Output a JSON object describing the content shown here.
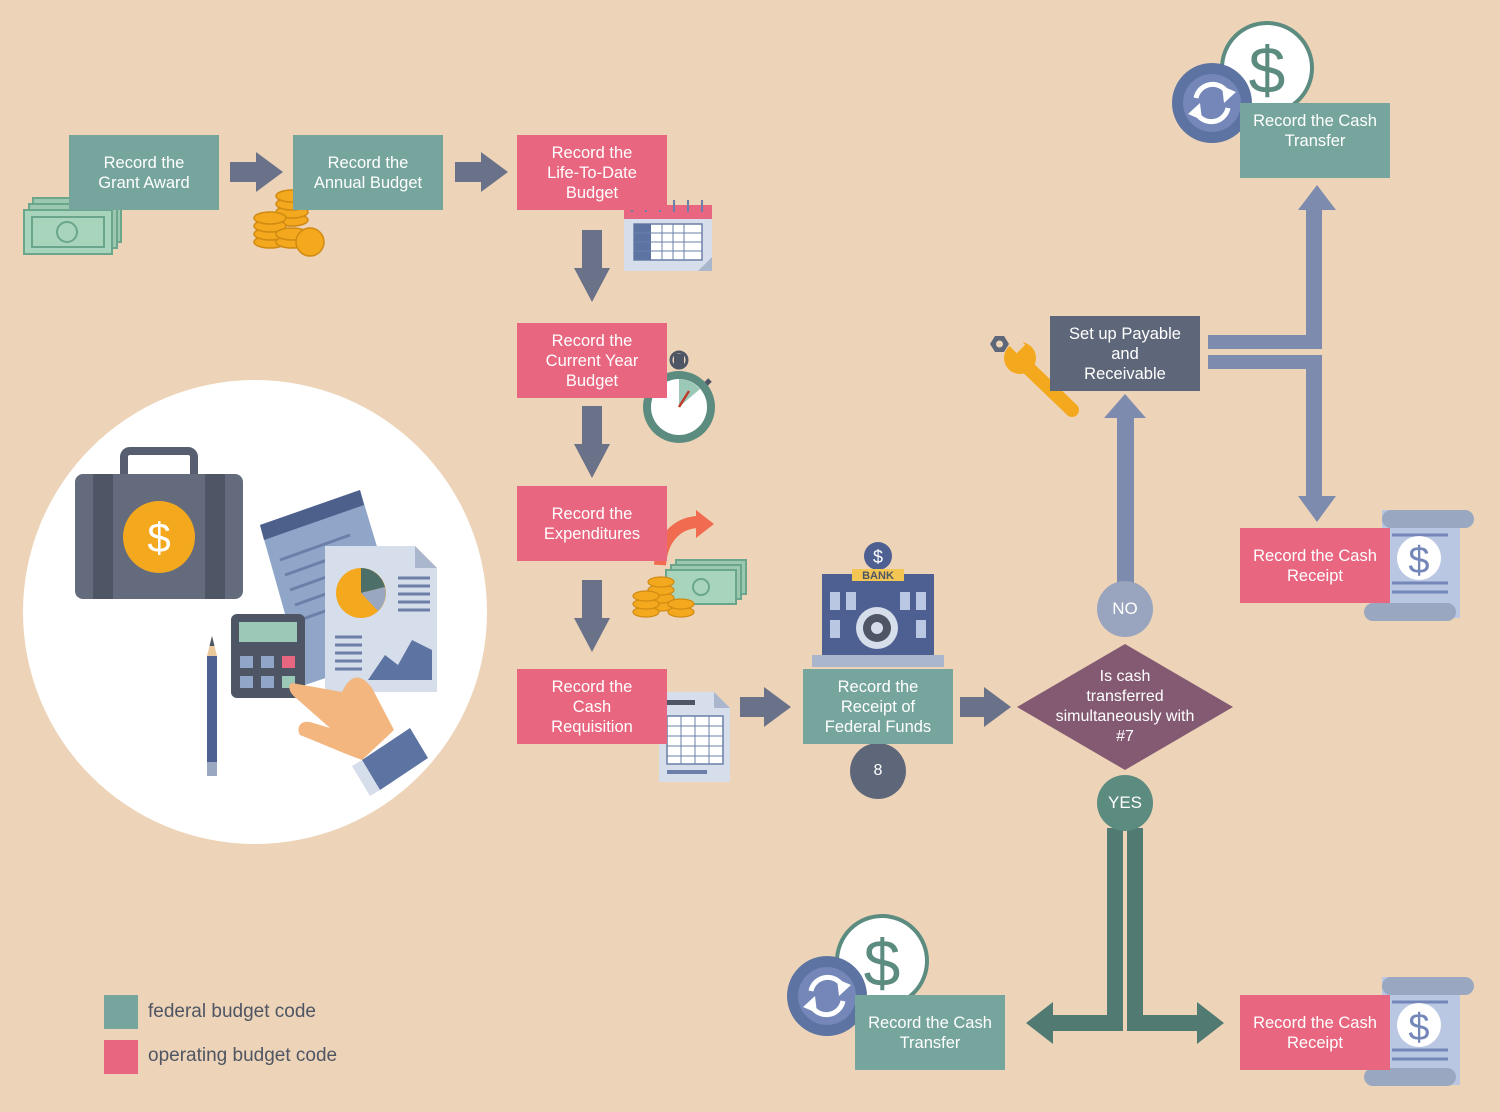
{
  "nodes": {
    "grant_award": "Record the\nGrant Award",
    "annual_budget": "Record the\nAnnual Budget",
    "life_to_date": "Record the\nLife-To-Date\nBudget",
    "current_year": "Record the\nCurrent Year\nBudget",
    "expenditures": "Record the\nExpenditures",
    "cash_requisition": "Record the\nCash\nRequisition",
    "receipt_federal": "Record the\nReceipt of\nFederal Funds",
    "step_number": "8",
    "decision": "Is cash\ntransferred\nsimultaneously with\n#7",
    "no_label": "NO",
    "yes_label": "YES",
    "payable_receivable": "Set up Payable\nand\nReceivable",
    "cash_transfer_top": "Record the Cash\nTransfer",
    "cash_receipt_mid": "Record the Cash\nReceipt",
    "cash_transfer_bottom": "Record the Cash\nTransfer",
    "cash_receipt_bottom": "Record the Cash\nReceipt"
  },
  "icons": {
    "bank_sign": "BANK"
  },
  "legend": [
    {
      "label": "federal budget code",
      "color": "#76A59D"
    },
    {
      "label": "operating budget code",
      "color": "#E8667F"
    }
  ],
  "colors": {
    "background": "#EDD4B8",
    "federal": "#76A59D",
    "operating": "#E8667F",
    "process_dark": "#5E6779",
    "decision": "#835A72",
    "arrow": "#6A7289",
    "arrow_light": "#7D8BAE",
    "arrow_yes": "#517A72",
    "no_circle": "#99A4BE",
    "yes_circle": "#5C8B80"
  }
}
